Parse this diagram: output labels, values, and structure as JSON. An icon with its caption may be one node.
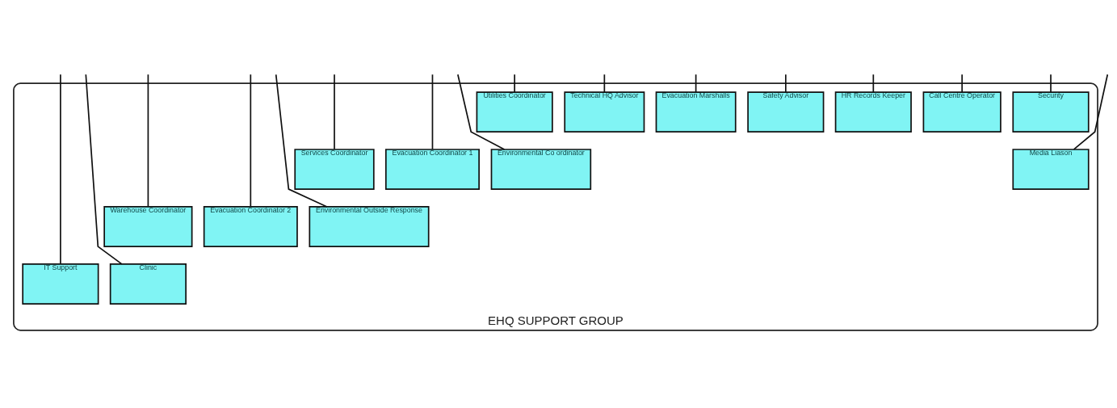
{
  "diagram": {
    "nodes": [
      {
        "text": [
          "EHQ SUPPORT GROUP"
        ]
      },
      {
        "text": [
          "Utilities Coordinator"
        ],
        "in": 0
      },
      {
        "text": [
          "Services Coordinator"
        ],
        "in": 0
      },
      {
        "text": [
          "Warehouse Coordinator"
        ],
        "in": 0
      },
      {
        "text": [
          "IT Support"
        ],
        "in": 0
      },
      {
        "text": [
          "Technical HQ Advisor"
        ],
        "in": 0
      },
      {
        "text": [
          "Evacuation Marshalls"
        ],
        "in": 0
      },
      {
        "text": [
          "Evacuation Coordinator 1"
        ],
        "in": 0
      },
      {
        "text": [
          "Evacuation Coordinator 2"
        ],
        "in": 0
      },
      {
        "text": [
          "Safety Advisor"
        ],
        "in": 0
      },
      {
        "text": [
          "Environmental Co ordinator"
        ],
        "in": 0
      },
      {
        "text": [
          "Environmental Outside Response"
        ],
        "in": 0
      },
      {
        "text": [
          "Clinic"
        ],
        "in": 0
      },
      {
        "text": [
          "HR Records Keeper"
        ],
        "in": 0
      },
      {
        "text": [
          "Call Centre Operator"
        ],
        "in": 0
      },
      {
        "text": [
          "Media Liason"
        ],
        "in": 0
      },
      {
        "text": [
          "Security"
        ],
        "in": 0
      }
    ],
    "edges": [
      {
        "from": null,
        "to": 1,
        "arrow": "none"
      },
      {
        "from": null,
        "to": 2,
        "arrow": "none"
      },
      {
        "from": null,
        "to": 3,
        "arrow": "none"
      },
      {
        "from": null,
        "to": 4,
        "arrow": "none"
      },
      {
        "from": null,
        "to": 5,
        "arrow": "none"
      },
      {
        "from": null,
        "to": 6,
        "arrow": "none"
      },
      {
        "from": null,
        "to": 7,
        "arrow": "none"
      },
      {
        "from": null,
        "to": 8,
        "arrow": "none"
      },
      {
        "from": null,
        "to": 9,
        "arrow": "none"
      },
      {
        "from": null,
        "to": 10,
        "arrow": "none"
      },
      {
        "from": null,
        "to": 11,
        "arrow": "none"
      },
      {
        "from": null,
        "to": 12,
        "arrow": "none"
      },
      {
        "from": null,
        "to": 13,
        "arrow": "none"
      },
      {
        "from": null,
        "to": 14,
        "arrow": "none"
      },
      {
        "from": null,
        "to": 15,
        "arrow": "none"
      },
      {
        "from": null,
        "to": 16,
        "arrow": "none"
      }
    ]
  }
}
